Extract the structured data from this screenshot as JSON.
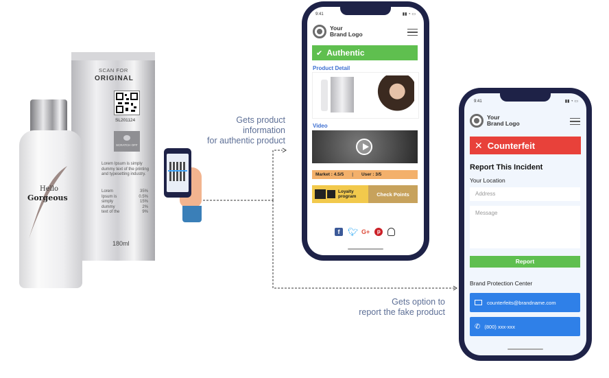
{
  "product": {
    "box_heading": "SCAN FOR",
    "box_title": "ORIGINAL",
    "serial": "SL201124",
    "scratch_label": "SCRATCH OFF",
    "lorem": "Lorem Ipsum is simply dummy text of the printing and typesetting industry.",
    "table": [
      [
        "Lorem",
        "35%"
      ],
      [
        "Ipsum is",
        "0.5%"
      ],
      [
        "simply",
        "15%"
      ],
      [
        "dummy",
        "2%"
      ],
      [
        "text of the",
        "9%"
      ]
    ],
    "volume": "180ml",
    "bottle_line1": "Hello",
    "bottle_line2": "Gorgeous"
  },
  "flow": {
    "authentic_line1": "Gets product",
    "authentic_line2": "information",
    "authentic_line3": "for authentic product",
    "fake_line1": "Gets option to",
    "fake_line2": "report the fake product"
  },
  "phone_authentic": {
    "time": "9:41",
    "brand_line1": "Your",
    "brand_line2": "Brand Logo",
    "status_label": "Authentic",
    "status_color": "#5fbf4f",
    "product_detail_label": "Product Detail",
    "video_label": "Video",
    "market_rating": "Market : 4.5/5",
    "user_rating": "User : 3/5",
    "loyalty_label_line1": "Loyalty",
    "loyalty_label_line2": "program",
    "check_points_label": "Check Points",
    "social_icons": [
      "facebook-icon",
      "twitter-icon",
      "google-plus-icon",
      "pinterest-icon",
      "snapchat-icon"
    ]
  },
  "phone_counterfeit": {
    "time": "9:41",
    "brand_line1": "Your",
    "brand_line2": "Brand Logo",
    "status_label": "Counterfeit",
    "status_color": "#e8413a",
    "report_title": "Report This Incident",
    "location_label": "Your Location",
    "address_placeholder": "Address",
    "message_placeholder": "Message",
    "report_button": "Report",
    "brand_protection_label": "Brand Protection Center",
    "email": "counterfeits@brandname.com",
    "phone": "(800) xxx-xxx"
  }
}
